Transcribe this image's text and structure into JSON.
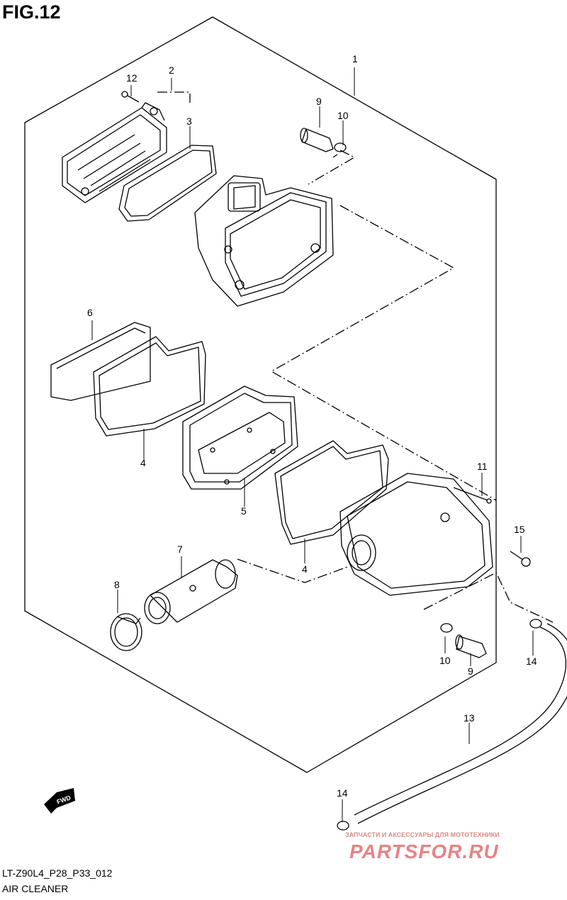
{
  "figure": {
    "title": "FIG.12"
  },
  "callouts": [
    "1",
    "2",
    "3",
    "4",
    "4",
    "5",
    "6",
    "7",
    "8",
    "9",
    "9",
    "10",
    "10",
    "11",
    "12",
    "13",
    "14",
    "14",
    "15"
  ],
  "badge": {
    "text": "FWD"
  },
  "footer": {
    "code": "LT-Z90L4_P28_P33_012",
    "name": "AIR CLEANER"
  },
  "watermark": {
    "tagline": "ЗАПЧАСТИ И АКСЕССУАРЫ ДЛЯ МОТОТЕХНИКИ",
    "logo": "PARTSFOR.RU"
  },
  "colors": {
    "line": "#000000",
    "watermark": "#e05a5a"
  }
}
